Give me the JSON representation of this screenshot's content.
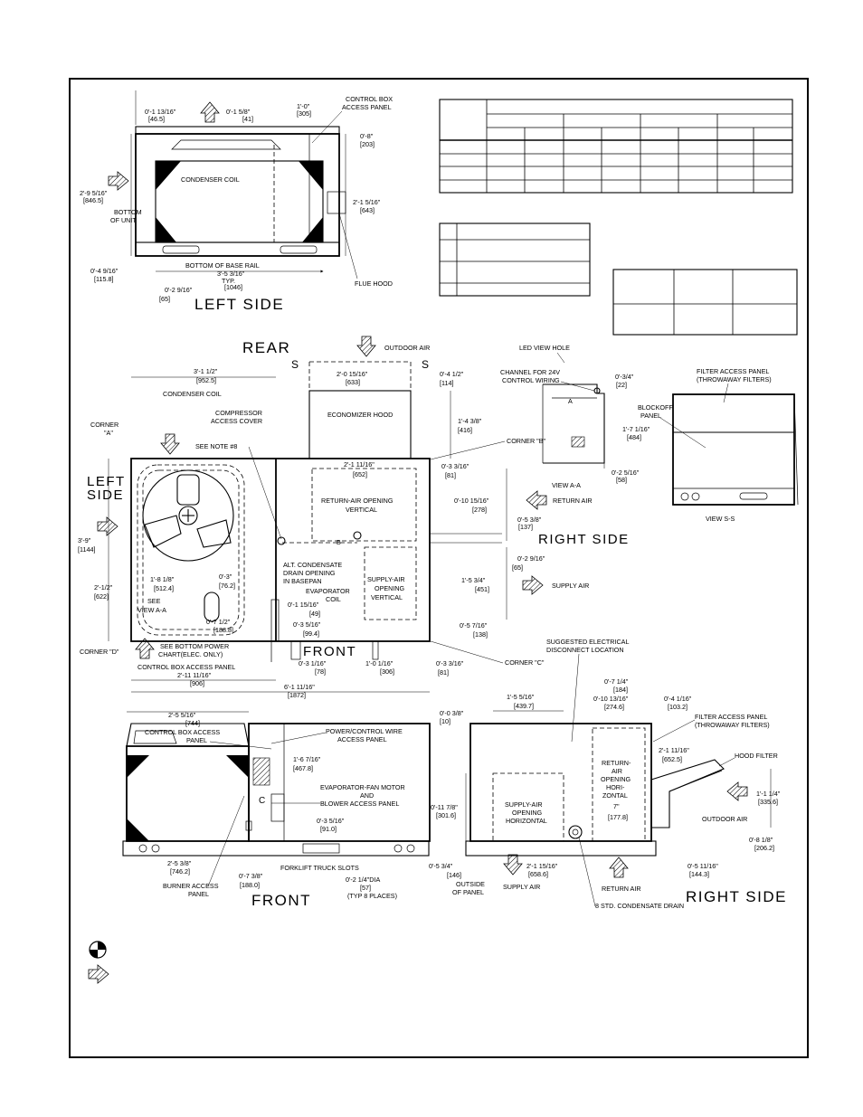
{
  "views": {
    "left_side_title": "LEFT SIDE",
    "rear_title": "REAR",
    "front_title": "FRONT",
    "right_side_title": "RIGHT SIDE",
    "left_side_plan_1": "LEFT",
    "left_side_plan_2": "SIDE",
    "right_side_plan": "RIGHT SIDE",
    "front_plan": "FRONT",
    "front_elev_title": "FRONT",
    "right_elev_title": "RIGHT SIDE",
    "view_aa": "VIEW A-A",
    "view_ss": "VIEW S-S"
  },
  "labels": {
    "control_box_access_1": "CONTROL BOX",
    "control_box_access_2": "ACCESS PANEL",
    "condenser_coil": "CONDENSER COIL",
    "bottom_of_unit_1": "BOTTOM",
    "bottom_of_unit_2": "OF UNIT",
    "bottom_of_base_rail": "BOTTOM OF BASE RAIL",
    "flue_hood": "FLUE HOOD",
    "typ": "TYP.",
    "outdoor_air": "OUTDOOR AIR",
    "led_view_hole": "LED VIEW HOLE",
    "channel_24v_1": "CHANNEL FOR 24V",
    "channel_24v_2": "CONTROL WIRING",
    "filter_access_1": "FILTER ACCESS PANEL",
    "filter_access_2": "(THROWAWAY FILTERS)",
    "blockoff_1": "BLOCKOFF",
    "blockoff_2": "PANEL",
    "corner_a_1": "CORNER",
    "corner_a_2": "\"A\"",
    "compressor_1": "COMPRESSOR",
    "compressor_2": "ACCESS COVER",
    "see_note_8": "SEE NOTE #8",
    "economizer_hood": "ECONOMIZER HOOD",
    "corner_b": "CORNER \"B\"",
    "return_air_opening_1": "RETURN-AIR OPENING",
    "return_air_opening_2": "VERTICAL",
    "return_air": "RETURN AIR",
    "alt_condensate_1": "ALT. CONDENSATE",
    "alt_condensate_2": "DRAIN OPENING",
    "alt_condensate_3": "IN BASEPAN",
    "evaporator_coil_1": "EVAPORATOR",
    "evaporator_coil_2": "COIL",
    "supply_air_opening_1": "SUPPLY-AIR",
    "supply_air_opening_2": "OPENING",
    "supply_air_opening_3": "VERTICAL",
    "supply_air": "SUPPLY AIR",
    "see_view_aa_1": "SEE",
    "see_view_aa_2": "VIEW A-A",
    "see_bottom_power_1": "SEE BOTTOM POWER",
    "see_bottom_power_2": "CHART(ELEC. ONLY)",
    "control_box_access_panel": "CONTROL BOX ACCESS PANEL",
    "corner_d": "CORNER \"D\"",
    "corner_c": "CORNER \"C\"",
    "suggested_elec_1": "SUGGESTED ELECTRICAL",
    "suggested_elec_2": "DISCONNECT LOCATION",
    "cb_access_1": "CONTROL BOX ACCESS",
    "cb_access_2": "PANEL",
    "power_wire_1": "POWER/CONTROL WIRE",
    "power_wire_2": "ACCESS PANEL",
    "evap_fan_1": "EVAPORATOR-FAN MOTOR",
    "evap_fan_2": "AND",
    "evap_fan_3": "BLOWER ACCESS PANEL",
    "burner_1": "BURNER ACCESS",
    "burner_2": "PANEL",
    "forklift": "FORKLIFT TRUCK SLOTS",
    "dia_label_1": "0'-2 1/4\"DIA",
    "dia_label_2": "[57]",
    "dia_label_3": "(TYP 8 PLACES)",
    "supply_horiz_1": "SUPPLY-AIR",
    "supply_horiz_2": "OPENING",
    "supply_horiz_3": "HORIZONTAL",
    "return_horiz_1": "RETURN-",
    "return_horiz_2": "AIR",
    "return_horiz_3": "OPENING",
    "return_horiz_4": "HORI-",
    "return_horiz_5": "ZONTAL",
    "hood_filter": "HOOD FILTER",
    "outside_panel_1": "OUTSIDE",
    "outside_panel_2": "OF PANEL",
    "std_condensate": "8 STD. CONDENSATE DRAIN",
    "letter_a": "A",
    "letter_b": "B",
    "letter_c": "C",
    "letter_s": "S",
    "note_7": "7\""
  },
  "dims": {
    "d1": "0'-1 13/16\"",
    "d1m": "[46.5]",
    "d2": "0'-1 5/8\"",
    "d2m": "[41]",
    "d3": "1'-0\"",
    "d3m": "[305]",
    "d4": "0'-8\"",
    "d4m": "[203]",
    "d5": "2'-9 5/16\"",
    "d5m": "[846.5]",
    "d6": "2'-1 5/16\"",
    "d6m": "[643]",
    "d7": "0'-4 9/16\"",
    "d7m": "[115.8]",
    "d8": "3'-5 3/16\"",
    "d8m": "[1046]",
    "d9": "0'-2 9/16\"",
    "d9m": "[65]",
    "d10": "3'-1 1/2\"",
    "d10m": "[952.5]",
    "d11": "2'-0 15/16\"",
    "d11m": "[633]",
    "d12": "0'-4 1/2\"",
    "d12m": "[114]",
    "d13": "1'-4 3/8\"",
    "d13m": "[416]",
    "d14": "0'-3/4\"",
    "d14m": "[22]",
    "d15": "1'-7 1/16\"",
    "d15m": "[484]",
    "d16": "0'-2 5/16\"",
    "d16m": "[58]",
    "d17": "2'-1 11/16\"",
    "d17m": "[652]",
    "d18": "0'-3 3/16\"",
    "d18m": "[81]",
    "d19": "0'-10 15/16\"",
    "d19m": "[278]",
    "d20": "0'-5 3/8\"",
    "d20m": "[137]",
    "d21": "3'-9\"",
    "d21m": "[1144]",
    "d22": "0'-2 9/16\"",
    "d22m": "[65]",
    "d23": "2'-1/2\"",
    "d23m": "[622]",
    "d24": "1'-8 1/8\"",
    "d24m": "[512.4]",
    "d25": "0'-3\"",
    "d25m": "[76.2]",
    "d26": "1'-5 3/4\"",
    "d26m": "[451]",
    "d27": "0'-1 15/16\"",
    "d27m": "[49]",
    "d28": "0'-3 5/16\"",
    "d28m": "[99.4]",
    "d29": "0'-7 1/2\"",
    "d29m": "[188.8]",
    "d30": "0'-5 7/16\"",
    "d30m": "[138]",
    "d31": "0'-3 1/16\"",
    "d31m": "[78]",
    "d32": "1'-0 1/16\"",
    "d32m": "[306]",
    "d33": "0'-3 3/16\"",
    "d33m": "[81]",
    "d34": "2'-11 11/16\"",
    "d34m": "[906]",
    "d35": "6'-1 11/16\"",
    "d35m": "[1872]",
    "d36": "2'-5 5/16\"",
    "d36m": "[744]",
    "d37": "0'-0 3/8\"",
    "d37m": "[10]",
    "d38": "1'-6 7/16\"",
    "d38m": "[467.8]",
    "d39": "0'-3 5/16\"",
    "d39m": "[91.0]",
    "d40": "2'-5 3/8\"",
    "d40m": "[746.2]",
    "d41": "0'-7 3/8\"",
    "d41m": "[188.0]",
    "d42": "0'-5 3/4\"",
    "d42m": "[146]",
    "d43": "1'-5 5/16\"",
    "d43m": "[439.7]",
    "d44": "0'-7 1/4\"",
    "d44m": "[184]",
    "d45": "0'-10 13/16\"",
    "d45m": "[274.6]",
    "d46": "0'-4 1/16\"",
    "d46m": "[103.2]",
    "d47": "2'-1 11/16\"",
    "d47m": "[652.5]",
    "d48": "1'-1 1/4\"",
    "d48m": "[335.6]",
    "d49": "0'-11 7/8\"",
    "d49m": "[301.6]",
    "d50": "[177.8]",
    "d51": "0'-8 1/8\"",
    "d51m": "[206.2]",
    "d52": "2'-1 15/16\"",
    "d52m": "[658.6]",
    "d53": "0'-5 11/16\"",
    "d53m": "[144.3]"
  },
  "legend": {
    "cg_icon": "center-of-gravity-symbol",
    "arrow_icon": "airflow-arrow-symbol"
  }
}
